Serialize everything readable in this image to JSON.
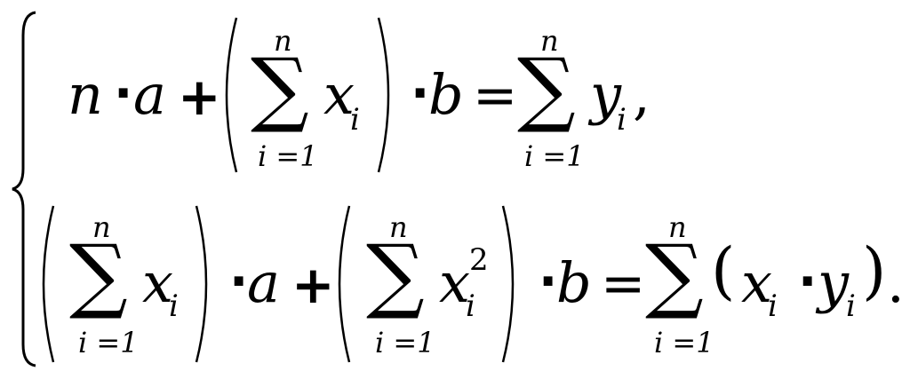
{
  "system": {
    "eq1": {
      "n": "n",
      "dot1": "·",
      "a": "a",
      "plus": "+",
      "sum1": {
        "sigma": "∑",
        "upper": "n",
        "lower": "i =1",
        "term": "x",
        "sub": "i"
      },
      "dot2": "·",
      "b": "b",
      "equals": "=",
      "sum2": {
        "sigma": "∑",
        "upper": "n",
        "lower": "i =1",
        "term": "y",
        "sub": "i"
      },
      "comma": ","
    },
    "eq2": {
      "sum1": {
        "sigma": "∑",
        "upper": "n",
        "lower": "i =1",
        "term": "x",
        "sub": "i"
      },
      "dot1": "·",
      "a": "a",
      "plus": "+",
      "sum2": {
        "sigma": "∑",
        "upper": "n",
        "lower": "i =1",
        "term": "x",
        "sub": "i",
        "sup": "2"
      },
      "dot2": "·",
      "b": "b",
      "equals": "=",
      "sum3": {
        "sigma": "∑",
        "upper": "n",
        "lower": "i =1",
        "lparen": "(",
        "x": "x",
        "xsub": "i",
        "dot": "·",
        "y": "y",
        "ysub": "i",
        "rparen": ")"
      },
      "period": "."
    }
  }
}
